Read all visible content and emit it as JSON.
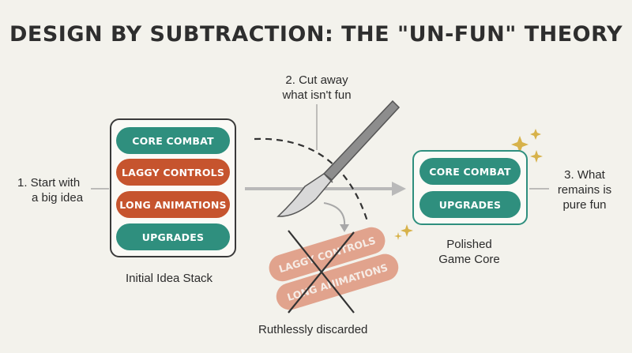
{
  "title": "DESIGN BY SUBTRACTION: THE \"UN-FUN\" THEORY",
  "steps": {
    "start": [
      "1. Start with",
      "a big idea"
    ],
    "cut": [
      "2. Cut away",
      "what isn't fun"
    ],
    "remains": [
      "3. What",
      "remains is",
      "pure fun"
    ]
  },
  "initial_stack": {
    "caption": "Initial Idea Stack",
    "items": [
      {
        "label": "CORE COMBAT",
        "color": "#2f8f7e"
      },
      {
        "label": "LAGGY CONTROLS",
        "color": "#c6542e"
      },
      {
        "label": "LONG ANIMATIONS",
        "color": "#c6542e"
      },
      {
        "label": "UPGRADES",
        "color": "#2f8f7e"
      }
    ]
  },
  "discarded": {
    "caption": "Ruthlessly discarded",
    "items": [
      "LAGGY CONTROLS",
      "LONG ANIMATIONS"
    ]
  },
  "polished": {
    "caption": [
      "Polished",
      "Game Core"
    ],
    "items": [
      {
        "label": "CORE COMBAT",
        "color": "#2f8f7e"
      },
      {
        "label": "UPGRADES",
        "color": "#2f8f7e"
      }
    ]
  },
  "icons": [
    "scalpel-icon",
    "sparkle-icon",
    "cross-out-icon"
  ],
  "colors": {
    "teal": "#2f8f7e",
    "red": "#c6542e",
    "faded_red": "#e1a38d",
    "arrow": "#b9b9b9",
    "sparkle": "#d7b24a"
  }
}
